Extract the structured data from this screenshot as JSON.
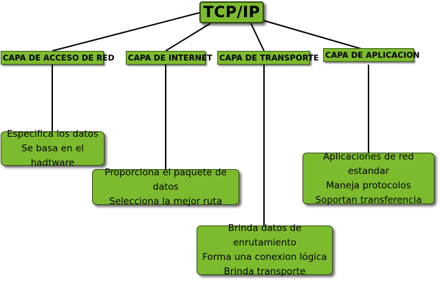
{
  "root": {
    "label": "TCP/IP"
  },
  "layers": [
    {
      "label": "CAPA DE ACCESO DE RED",
      "details": [
        "Especifica los datos",
        "Se basa en el hadtware"
      ]
    },
    {
      "label": "CAPA DE INTERNET",
      "details": [
        "Proporciona el paquete de datos",
        "Selecciona la mejor ruta"
      ]
    },
    {
      "label": "CAPA DE TRANSPORTE",
      "details": [
        "Brinda datos de enrutamiento",
        "Forma una conexion lógica",
        "Brinda transporte"
      ]
    },
    {
      "label": "CAPA DE APLICACION",
      "details": [
        "Aplicaciones de red estandar",
        "Maneja protocolos",
        "Soportan transferencia"
      ]
    }
  ],
  "colors": {
    "node_fill": "#7dbb2e",
    "node_border": "#2f4a12",
    "connector": "#000000"
  }
}
